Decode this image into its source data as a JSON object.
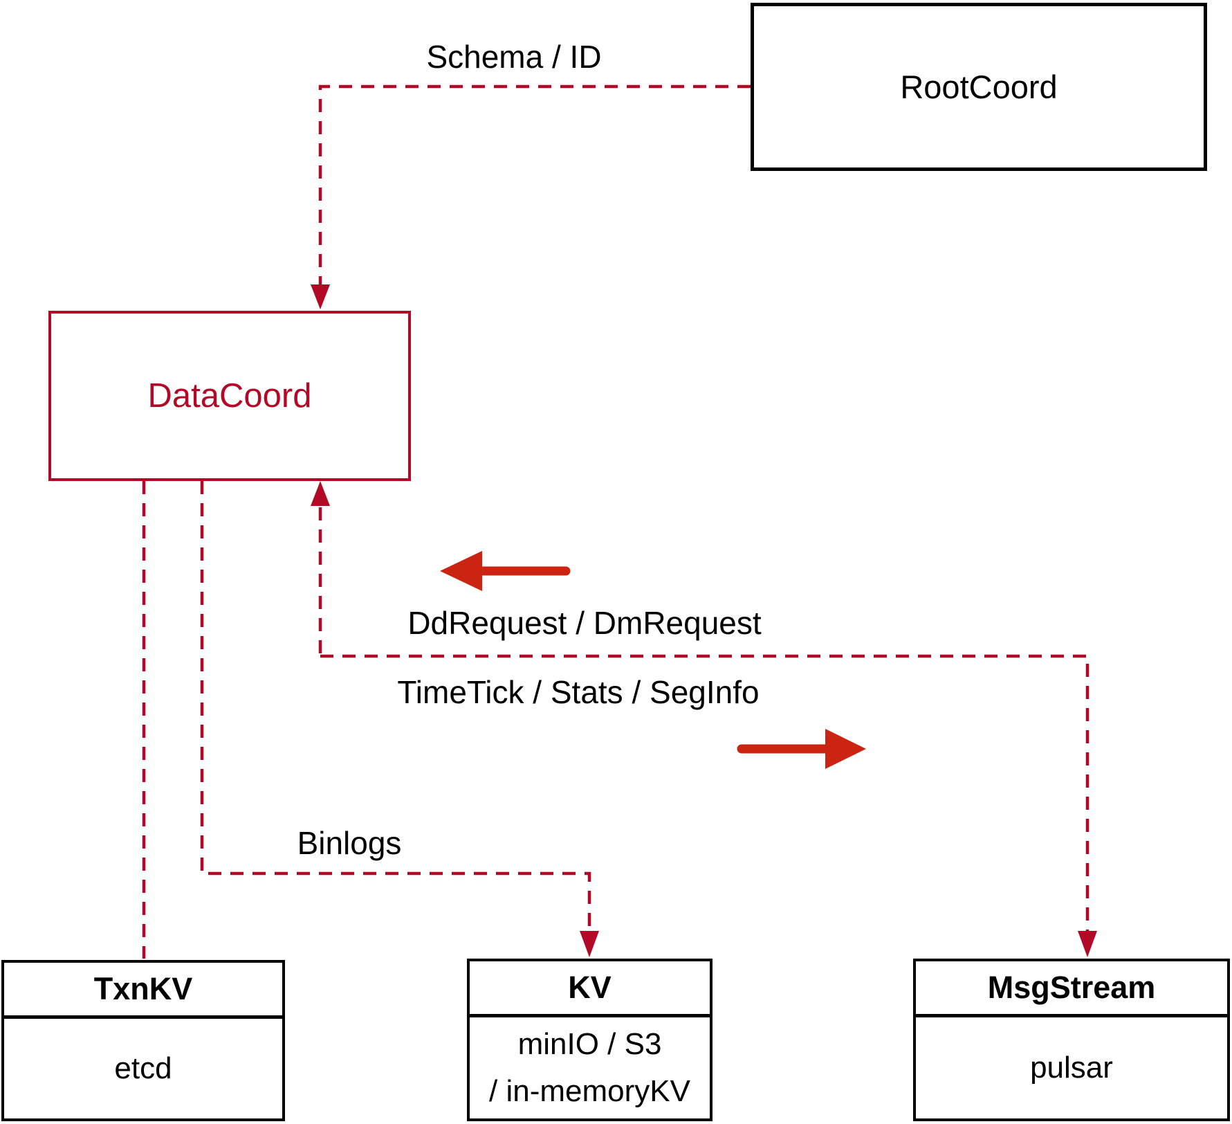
{
  "diagram": {
    "colors": {
      "line_red": "#b20a26",
      "arrow_red": "#cc2413",
      "black": "#000000"
    },
    "nodes": {
      "rootcoord": {
        "label": "RootCoord"
      },
      "datacoord": {
        "label": "DataCoord"
      },
      "txnkv": {
        "title": "TxnKV",
        "body": "etcd"
      },
      "kv": {
        "title": "KV",
        "body_line1": "minIO / S3",
        "body_line2": "/ in-memoryKV"
      },
      "msgstream": {
        "title": "MsgStream",
        "body": "pulsar"
      }
    },
    "edge_labels": {
      "schema_id": "Schema / ID",
      "ddrequest": "DdRequest / DmRequest",
      "timetick": "TimeTick / Stats / SegInfo",
      "binlogs": "Binlogs"
    }
  }
}
